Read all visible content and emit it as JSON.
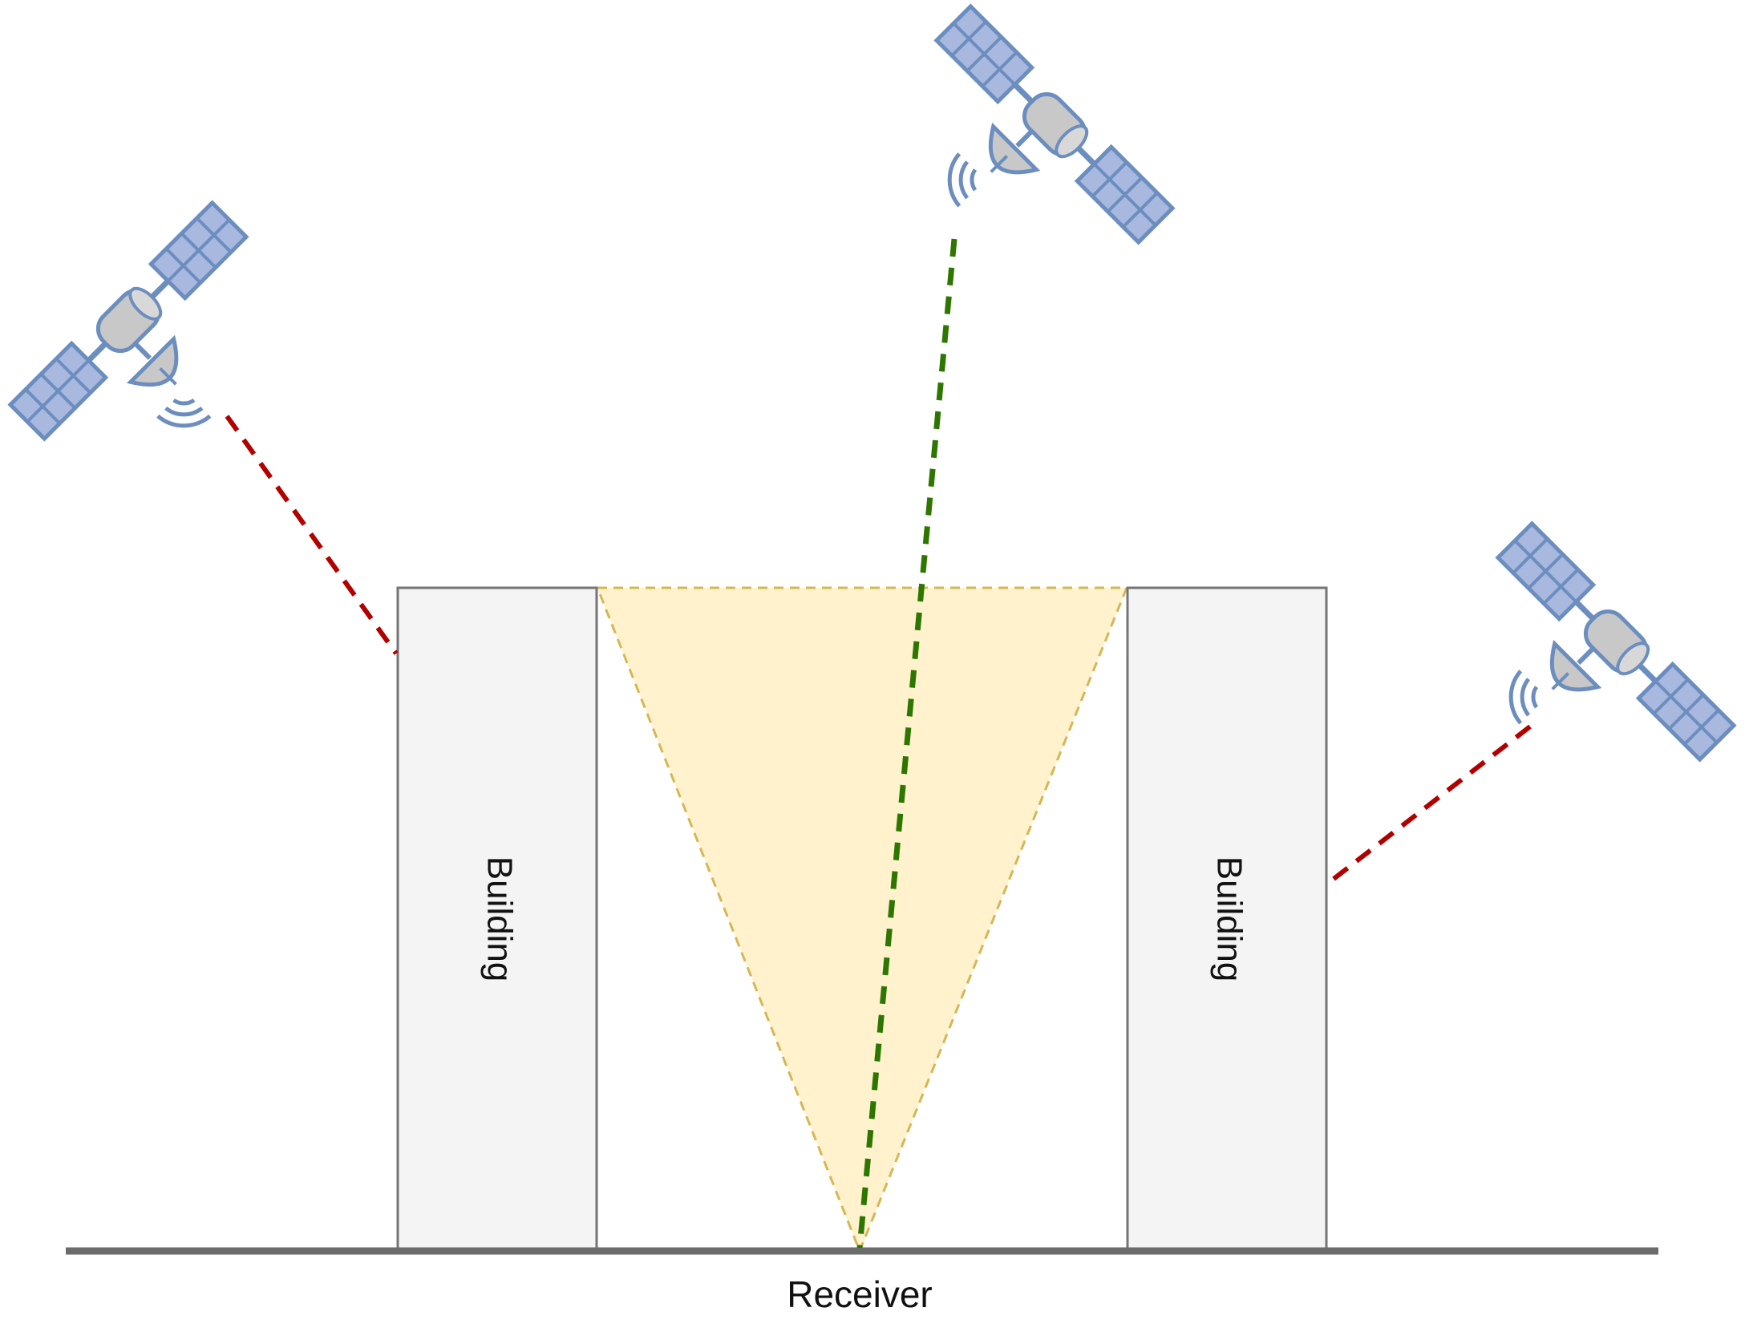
{
  "buildings": {
    "left_label": "Building",
    "right_label": "Building"
  },
  "receiver": {
    "label": "Receiver"
  },
  "colors": {
    "background": "#ffffff",
    "building_fill": "#f4f4f4",
    "building_stroke": "#757575",
    "ground": "#6b6b6b",
    "visibility_cone_fill": "#fff2cc",
    "visibility_cone_stroke": "#d6b656",
    "blocked_signal": "#b20000",
    "line_of_sight_signal": "#2d7600",
    "satellite_fill": "#c8c8c8",
    "satellite_panel": "#a9b8de",
    "satellite_stroke": "#6c8ebf"
  },
  "icons": {
    "satellite": "satellite-icon"
  }
}
